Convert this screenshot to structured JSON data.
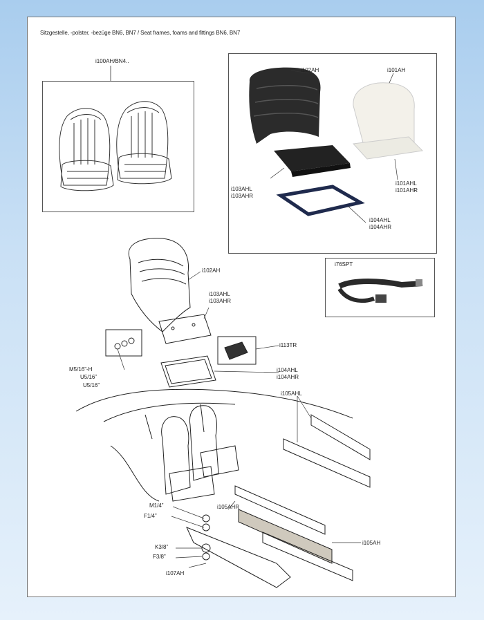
{
  "page_title": "Sitzgestelle, -polster, -bezüge BN6, BN7 / Seat frames, foams and fittings BN6, BN7",
  "labels": {
    "i100": "i100AH/BN4..",
    "i102_photo": "i102AH",
    "i101_photo": "i101AH",
    "i103_photo_l": "i103AHL",
    "i103_photo_r": "i103AHR",
    "i101_l": "i101AHL",
    "i101_r": "i101AHR",
    "i104_photo_l": "i104AHL",
    "i104_photo_r": "i104AHR",
    "i76": "i76SPT",
    "i102_diag": "i102AH",
    "i103_diag_l": "i103AHL",
    "i103_diag_r": "i103AHR",
    "i113": "i113TR",
    "m5": "M5/16”-H",
    "u5a": "U5/16”",
    "u5b": "U5/16”",
    "i104_diag_l": "i104AHL",
    "i104_diag_r": "i104AHR",
    "i105ahl": "i105AHL",
    "m14": "M1/4”",
    "f14": "F1/4”",
    "i105ahr": "i105AHR",
    "k38": "K3/8”",
    "f38": "F3/8”",
    "i105ah": "i105AH",
    "i107": "i107AH"
  },
  "colors": {
    "background_top": "#a9cdee",
    "page": "#ffffff",
    "seat_shell": "#2b2b2b",
    "foam": "#f3f1ea",
    "frame_blue": "#1f2a4d"
  }
}
